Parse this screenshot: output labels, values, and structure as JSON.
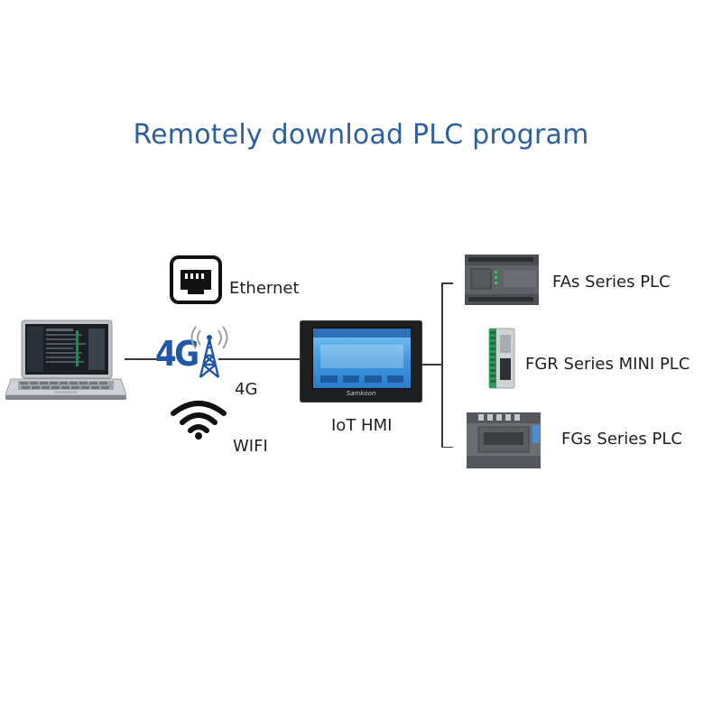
{
  "title": "Remotely download PLC program",
  "connections": {
    "ethernet_label": "Ethernet",
    "cellular_label": "4G",
    "cellular_icon_text": "4G",
    "wifi_label": "WIFI"
  },
  "hmi": {
    "label": "IoT HMI",
    "brand": "Samkoon"
  },
  "plcs": [
    {
      "label": "FAs Series PLC"
    },
    {
      "label": "FGR Series MINI PLC"
    },
    {
      "label": "FGs Series PLC"
    }
  ],
  "colors": {
    "title": "#2e5f9e",
    "line": "#3a3a3a",
    "icon_4g_blue": "#1f56a8",
    "plc_gray": "#5f6266",
    "plc_green": "#2f9a5a",
    "hmi_screen": "#4aa3e8"
  },
  "icons": [
    "laptop-icon",
    "ethernet-port-icon",
    "4g-tower-icon",
    "wifi-icon"
  ]
}
